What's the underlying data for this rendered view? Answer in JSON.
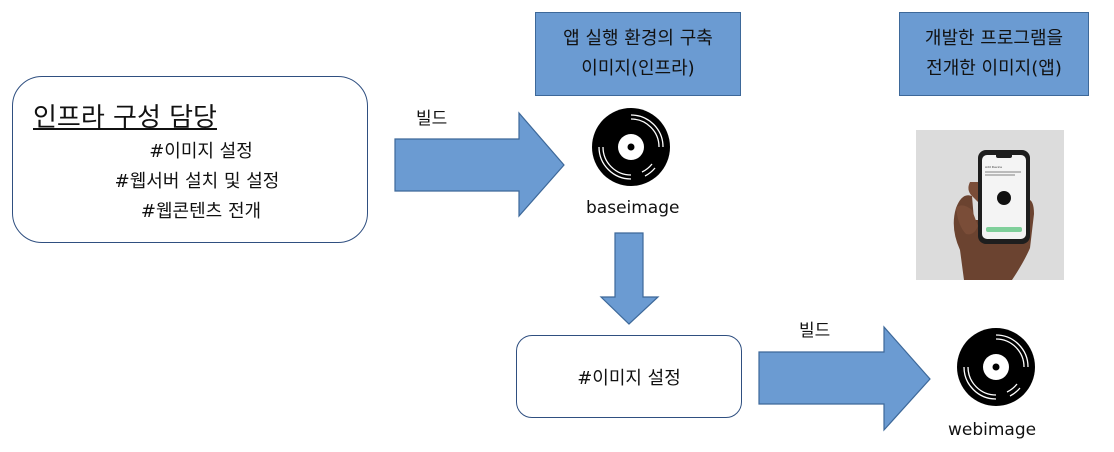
{
  "infra_box": {
    "title": "인프라 구성 담당",
    "items": [
      "#이미지 설정",
      "#웹서버 설치 및 설정",
      "#웹콘텐츠 전개"
    ]
  },
  "arrow1_label": "빌드",
  "arrow2_label": "빌드",
  "base_env_box": {
    "line1": "앱 실행 환경의 구축",
    "line2": "이미지(인프라)"
  },
  "deployed_box": {
    "line1": "개발한 프로그램을",
    "line2": "전개한 이미지(앱)"
  },
  "baseimage_label": "baseimage",
  "webimage_label": "webimage",
  "image_setting_box": "#이미지 설정",
  "phone_screen_title": "Add Device",
  "colors": {
    "arrow_fill": "#6b9bd2",
    "arrow_stroke": "#3d6899",
    "box_border": "#2f4f80"
  }
}
